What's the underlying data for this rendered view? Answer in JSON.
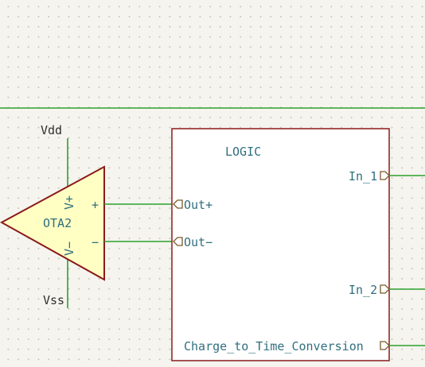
{
  "colors": {
    "wire": "#2fa02f",
    "symbol_border": "#8b1a1a",
    "symbol_fill": "#ffffc4",
    "pin_text": "#2f6f7e",
    "power_text": "#2f2f2f",
    "sheet_border": "#8b1a1a"
  },
  "power": {
    "vdd_label": "Vdd",
    "vss_label": "Vss"
  },
  "ota": {
    "ref": "OTA2",
    "vplus_label": "V+",
    "vminus_label": "V−",
    "plus_sign": "+",
    "minus_sign": "−"
  },
  "sheet": {
    "title": "LOGIC",
    "pins": {
      "out_plus": "Out+",
      "out_minus": "Out−",
      "in_1": "In_1",
      "in_2": "In_2",
      "charge_to_time": "Charge_to_Time_Conversion"
    }
  }
}
